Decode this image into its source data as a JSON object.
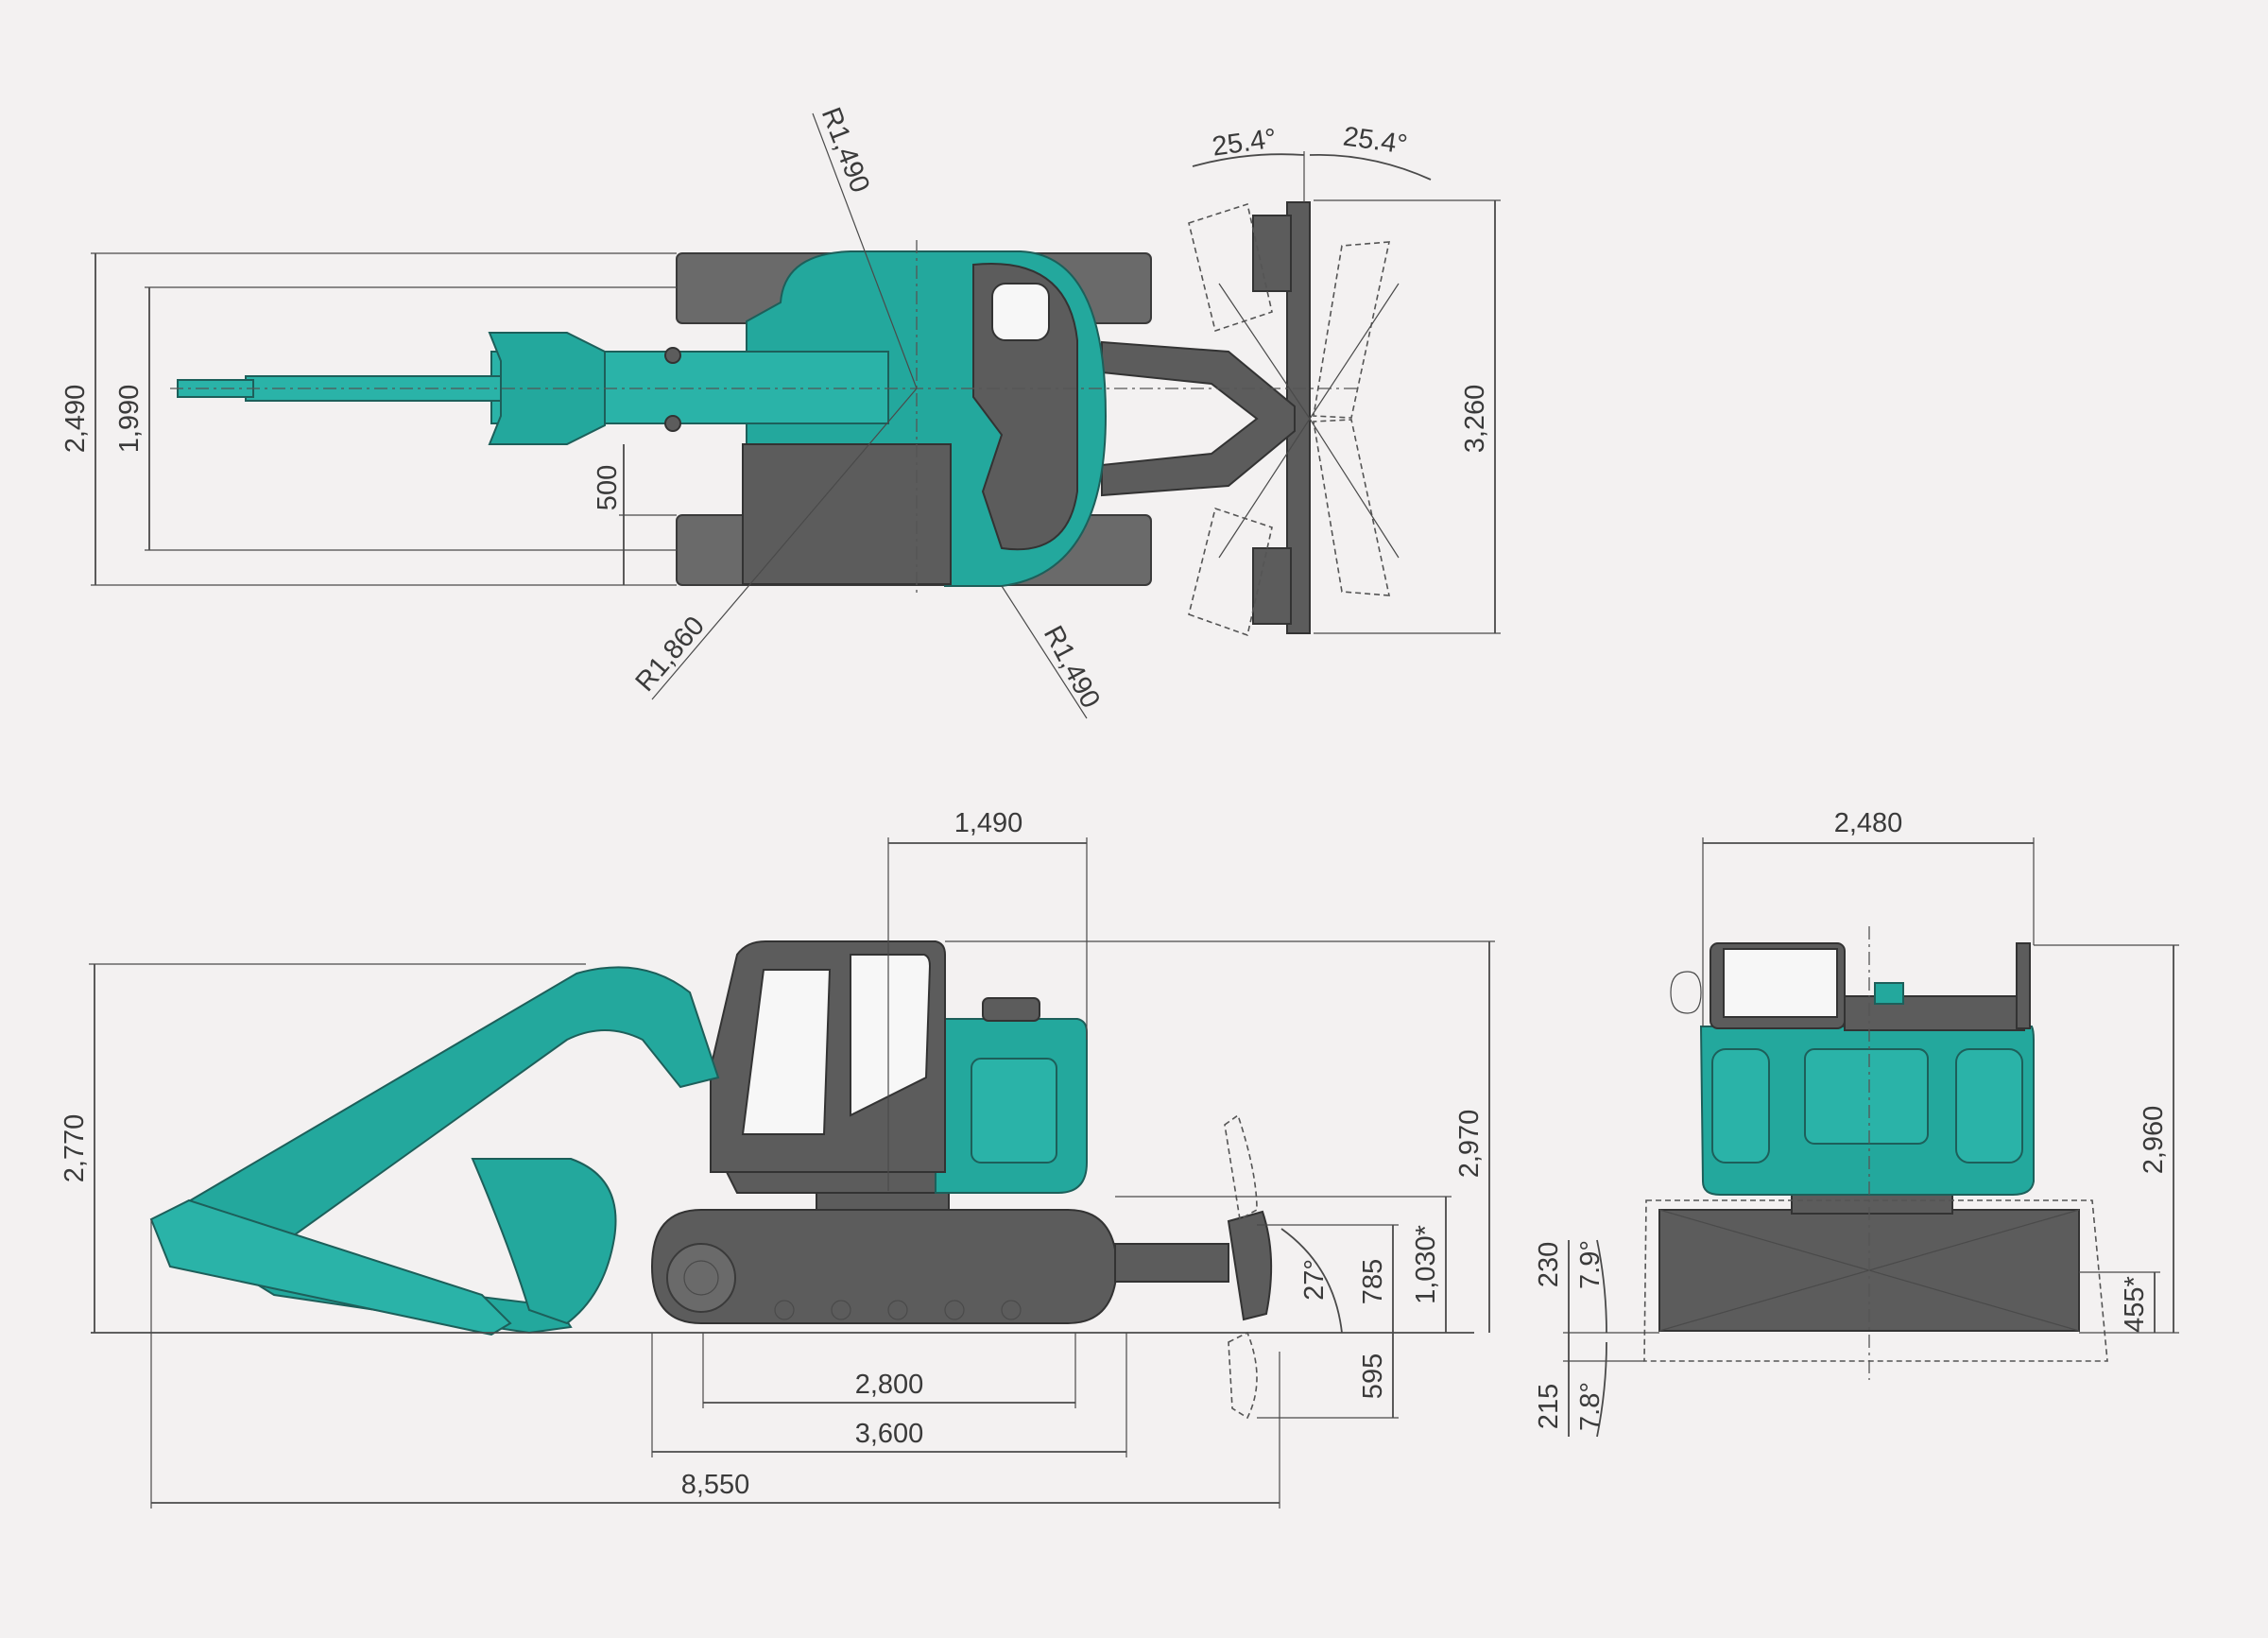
{
  "colors": {
    "background": "#f3f1f1",
    "machine_body": "#23a89d",
    "undercarriage": "#5c5c5c",
    "dimension_line": "#4a4a4a"
  },
  "top_view": {
    "overall_width": "2,490",
    "track_gauge": "1,990",
    "shoe_offset": "500",
    "rear_swing_radius_top": "R1,490",
    "rear_swing_radius_bottom": "R1,490",
    "front_swing_radius": "R1,860",
    "swing_angle_left": "25.4°",
    "swing_angle_right": "25.4°",
    "blade_width": "3,260"
  },
  "side_view": {
    "tail_length": "1,490",
    "boom_height": "2,770",
    "cab_height": "2,970",
    "blade_lift": "1,030*",
    "blade_tilt_angle": "27°",
    "blade_lift_height": "785",
    "blade_drop_depth": "595",
    "tumbler_distance": "2,800",
    "crawler_length": "3,600",
    "overall_length": "8,550"
  },
  "front_view": {
    "upper_width": "2,480",
    "overall_height": "2,960",
    "blade_up_height": "230",
    "blade_up_angle": "7.9°",
    "blade_down_depth": "215",
    "blade_down_angle": "7.8°",
    "blade_tilt_height": "455*"
  }
}
